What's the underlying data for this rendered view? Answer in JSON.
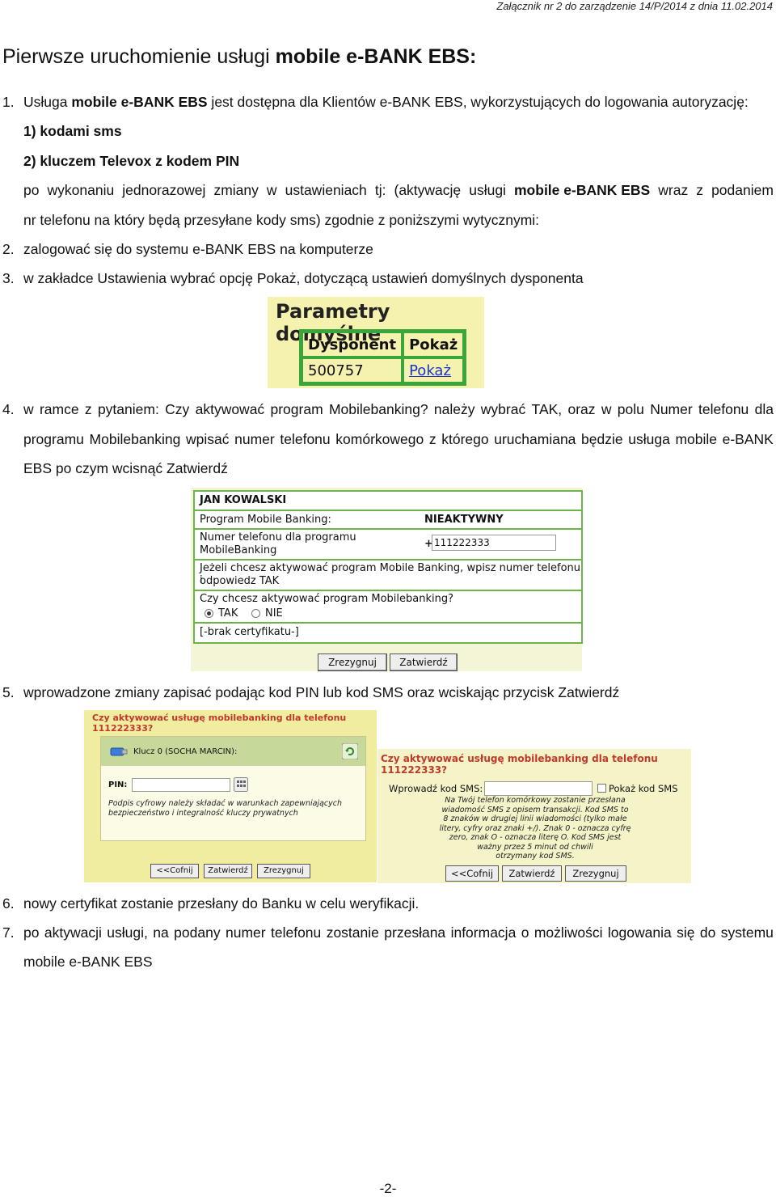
{
  "header_note": "Załącznik nr 2 do zarządzenie 14/P/2014 z dnia 11.02.2014",
  "title": {
    "normal": "Pierwsze uruchomienie usługi ",
    "bold": "mobile e-BANK EBS:"
  },
  "step1": {
    "num": "1.",
    "text_a": "Usługa ",
    "text_b": "mobile e-BANK EBS",
    "text_c": " jest dostępna dla Klientów e-BANK EBS, wykorzystujących do logowania autoryzację:",
    "opt1": "1) kodami sms",
    "opt2": "2) kluczem Televox z kodem PIN",
    "line2_words": [
      "po",
      "wykonaniu",
      "jednorazowej",
      "zmiany",
      "w",
      "ustawieniach",
      "tj:",
      "(aktywację",
      "usługi",
      "mobile e-BANK EBS",
      "wraz",
      "z",
      "podaniem"
    ],
    "line3": "nr telefonu na który będą przesyłane kody sms) zgodnie z poniższymi wytycznymi:"
  },
  "step2": {
    "num": "2.",
    "text": "zalogować się do systemu e-BANK EBS na komputerze"
  },
  "step3": {
    "num": "3.",
    "text": "w zakładce Ustawienia wybrać opcję Pokaż, dotyczącą ustawień domyślnych dysponenta"
  },
  "shot_params": {
    "heading": "Parametry domyślne",
    "col1": "Dysponent",
    "col2": "Pokaż",
    "val1": "500757",
    "link": "Pokaż"
  },
  "step4": {
    "num": "4.",
    "line1_words": [
      "w",
      "ramce",
      "z",
      "pytaniem:",
      "Czy",
      "aktywować",
      "program",
      "Mobilebanking?",
      "należy",
      "wybrać",
      "TAK,",
      "oraz",
      "w",
      "polu",
      "Numer",
      "telefonu",
      "dla"
    ],
    "line2_words": [
      "programu",
      "Mobilebanking",
      "wpisać",
      "numer",
      "telefonu",
      "komórkowego",
      "z",
      "którego",
      "uruchamiana",
      "będzie",
      "usługa",
      "mobile",
      "e-BANK"
    ],
    "line3": "EBS po czym wcisnąć Zatwierdź"
  },
  "shot_form": {
    "name": "JAN KOWALSKI",
    "program_label": "Program Mobile Banking:",
    "program_value": "NIEAKTYWNY",
    "phone_label_1": "Numer telefonu dla programu",
    "phone_label_2": "MobileBanking",
    "phone_prefix": "+",
    "phone_value": "111222333",
    "info_1": "Jeżeli chcesz aktywować program Mobile Banking, wpisz numer telefonu i",
    "info_2": "odpowiedz TAK",
    "question": "Czy chcesz aktywować program Mobilebanking?",
    "yes": "TAK",
    "no": "NIE",
    "cert": "[-brak certyfikatu-]",
    "cancel": "Zrezygnuj",
    "confirm": "Zatwierdź"
  },
  "step5": {
    "num": "5.",
    "text": "wprowadzone zmiany zapisać podając kod PIN lub kod SMS oraz wciskając przycisk Zatwierdź"
  },
  "shot_pin": {
    "question": "Czy aktywować usługę mobilebanking dla telefonu 111222333?",
    "key_label": "Klucz 0 (SOCHA MARCIN):",
    "pin_label": "PIN:",
    "note_1": "Podpis cyfrowy należy składać w warunkach zapewniających",
    "note_2": "bezpieczeństwo i integralność kluczy prywatnych",
    "back": "<<Cofnij",
    "confirm": "Zatwierdź",
    "cancel": "Zrezygnuj"
  },
  "shot_sms": {
    "question": "Czy aktywować usługę mobilebanking dla telefonu 111222333?",
    "label": "Wprowadź kod SMS:",
    "show": "Pokaż kod SMS",
    "note": [
      "Na Twój telefon komórkowy zostanie przesłana",
      "wiadomość SMS z opisem transakcji. Kod SMS to",
      "8 znaków w drugiej linii wiadomości (tylko małe",
      "litery, cyfry oraz znaki +/). Znak 0 - oznacza cyfrę",
      "zero, znak O - oznacza literę O. Kod SMS jest",
      "ważny przez 5 minut od chwili",
      "otrzymany kod SMS."
    ],
    "back": "<<Cofnij",
    "confirm": "Zatwierdź",
    "cancel": "Zrezygnuj"
  },
  "step6": {
    "num": "6.",
    "text": "nowy certyfikat zostanie przesłany do Banku w celu weryfikacji."
  },
  "step7": {
    "num": "7.",
    "line1_words": [
      "po",
      "aktywacji",
      "usługi,",
      "na",
      "podany",
      "numer",
      "telefonu",
      "zostanie",
      "przesłana",
      "informacja",
      "o",
      "możliwości",
      "logowania",
      "się",
      "do",
      "systemu"
    ],
    "line2": "mobile e-BANK EBS"
  },
  "page_number": "-2-"
}
